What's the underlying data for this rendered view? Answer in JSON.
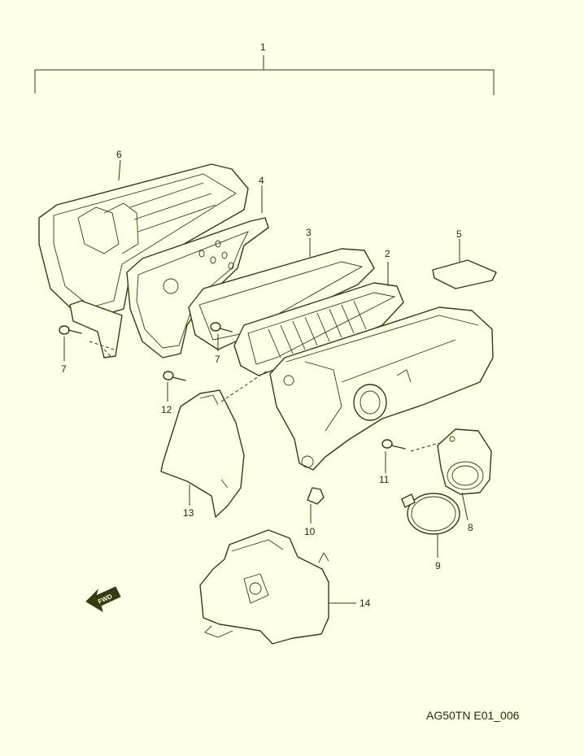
{
  "callouts": [
    "1",
    "2",
    "3",
    "4",
    "5",
    "6",
    "7",
    "7",
    "8",
    "9",
    "10",
    "11",
    "12",
    "13",
    "14"
  ],
  "fwd_label": "FWD",
  "diagram_ref": "AG50TN E01_006",
  "colors": {
    "background": "#ffffe8",
    "line": "#3a3a10"
  }
}
